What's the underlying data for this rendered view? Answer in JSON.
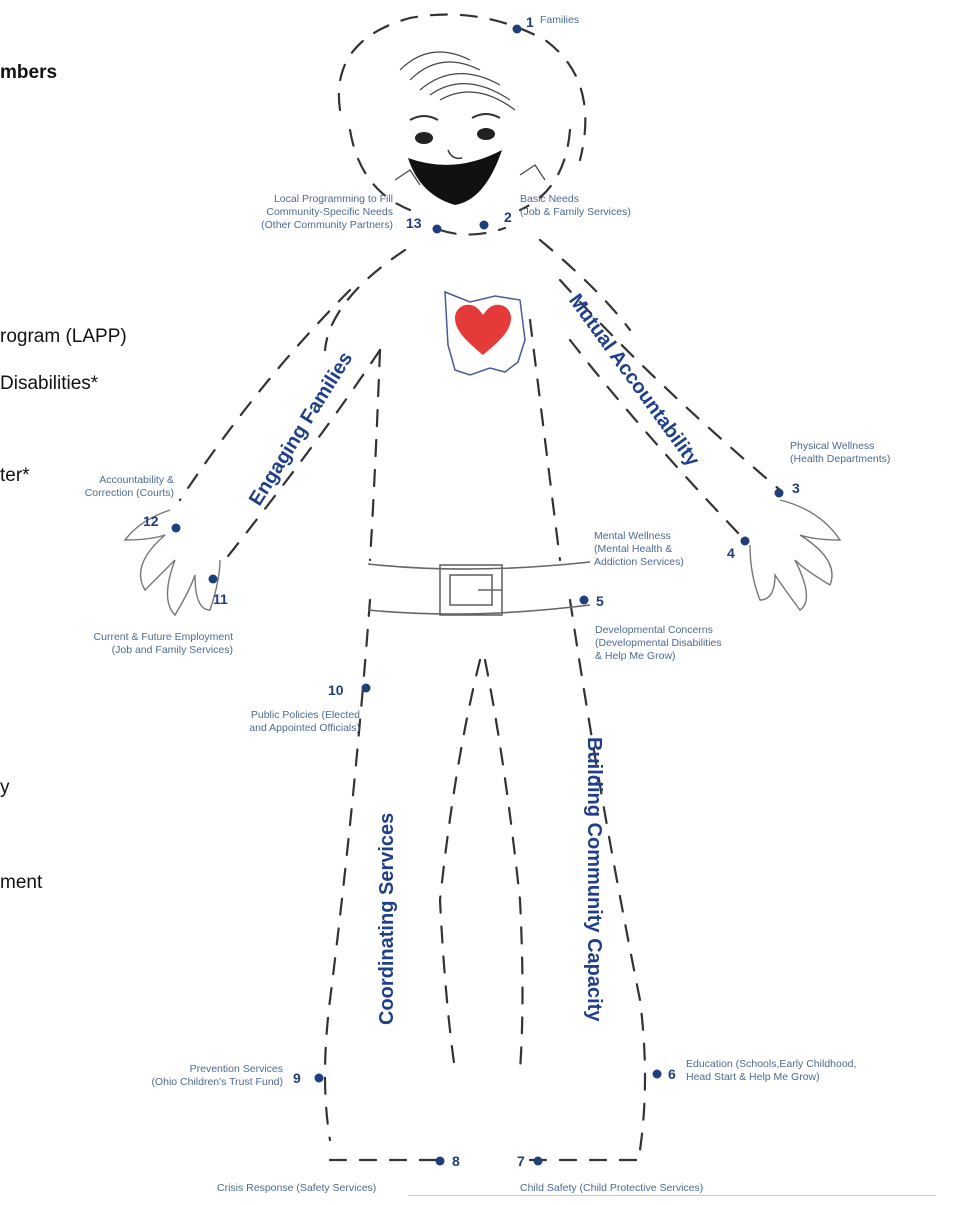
{
  "left_text": {
    "line1": "mbers",
    "line2": "rogram (LAPP)",
    "line3": " Disabilities*",
    "line4": "ter*",
    "line5": "y",
    "line6": "ment"
  },
  "themes": {
    "engaging": "Engaging Families",
    "mutual": "Mutual Accountability",
    "coordinating": "Coordinating Services",
    "building": "Building Community Capacity"
  },
  "points": [
    {
      "n": "1",
      "label": "Families"
    },
    {
      "n": "2",
      "label": "Basic Needs\n(Job & Family Services)"
    },
    {
      "n": "3",
      "label": "Physical Wellness\n(Health Departments)"
    },
    {
      "n": "4",
      "label": "Mental Wellness\n(Mental Health &\nAddiction Services)"
    },
    {
      "n": "5",
      "label": "Developmental Concerns\n(Developmental Disabilities\n& Help Me Grow)"
    },
    {
      "n": "6",
      "label": "Education (Schools,Early Childhood,\nHead Start & Help Me Grow)"
    },
    {
      "n": "7",
      "label": "Child Safety (Child Protective Services)"
    },
    {
      "n": "8",
      "label": "Crisis Response (Safety Services)"
    },
    {
      "n": "9",
      "label": "Prevention Services\n(Ohio Children's Trust Fund)"
    },
    {
      "n": "10",
      "label": "Public Policies (Elected\nand Appointed Officials)"
    },
    {
      "n": "11",
      "label": "Current & Future Employment\n(Job and Family Services)"
    },
    {
      "n": "12",
      "label": "Accountability &\nCorrection (Courts)"
    },
    {
      "n": "13",
      "label": "Local Programming to Fill\nCommunity-Specific Needs\n(Other Community Partners)"
    }
  ],
  "colors": {
    "accent": "#1f3f8a",
    "label": "#4d6b8f",
    "heart": "#e53a3a",
    "outline": "#333333"
  }
}
